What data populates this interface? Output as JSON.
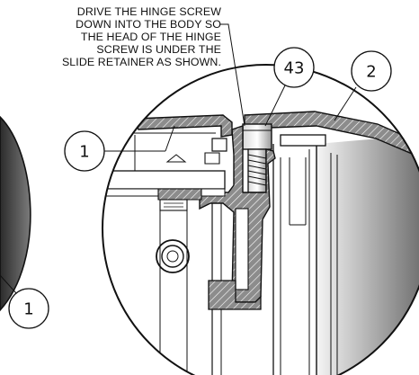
{
  "note": {
    "lines": [
      "DRIVE THE HINGE SCREW",
      "DOWN INTO THE BODY SO",
      "THE HEAD OF THE HINGE",
      "SCREW IS UNDER THE",
      "SLIDE RETAINER AS SHOWN."
    ]
  },
  "callouts": {
    "part_1_top": "1",
    "part_43": "43",
    "part_2": "2",
    "part_1_bottom": "1"
  },
  "colors": {
    "line": "#111111",
    "section_fill": "#8c8c8c",
    "hatch": "#ffffff",
    "left_view_gradient": [
      "#2b2b2b",
      "#7b7b7b"
    ],
    "right_part_gradient": [
      "#f5f5f5",
      "#6f6f6f"
    ]
  }
}
